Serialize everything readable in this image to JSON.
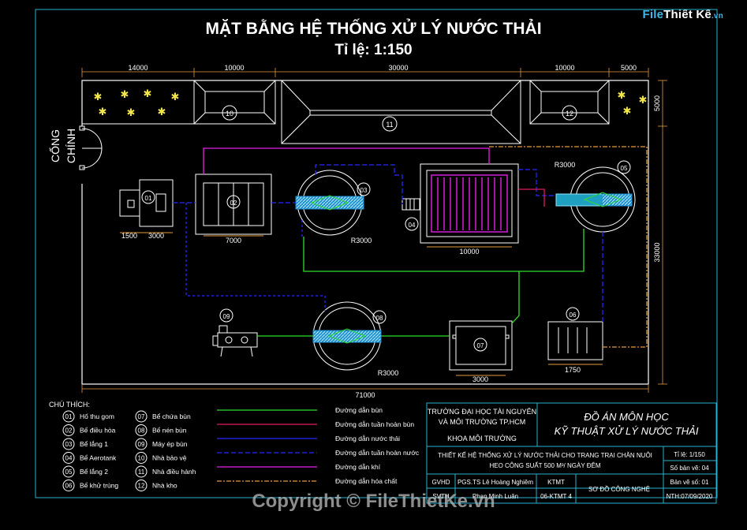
{
  "header": {
    "title": "MẶT BẰNG HỆ THỐNG XỬ LÝ NƯỚC THẢI",
    "scale": "Tỉ lệ: 1:150"
  },
  "logo": {
    "part1": "File",
    "part2": "Thiết Kế",
    "part3": ".vn"
  },
  "gate_label_1": "CỔNG",
  "gate_label_2": "CHÍNH",
  "dimensions": {
    "top": [
      "14000",
      "10000",
      "30000",
      "10000",
      "5000"
    ],
    "right_small": "5000",
    "right_big": "33000",
    "bottom_total": "71000",
    "d01a": "1500",
    "d01b": "3000",
    "d02": "7000",
    "d03": "R3000",
    "d04": "10000",
    "d05": "R3000",
    "d06": "1750",
    "d07": "3000",
    "d08": "R3000"
  },
  "units": [
    "01",
    "02",
    "03",
    "04",
    "05",
    "06",
    "07",
    "08",
    "09",
    "10",
    "11",
    "12"
  ],
  "legend_title": "CHÚ THÍCH:",
  "legend_items": [
    {
      "num": "01",
      "label": "Hố thu gom"
    },
    {
      "num": "02",
      "label": "Bể điều hòa"
    },
    {
      "num": "03",
      "label": "Bể lắng 1"
    },
    {
      "num": "04",
      "label": "Bể Aerotank"
    },
    {
      "num": "05",
      "label": "Bể lắng 2"
    },
    {
      "num": "06",
      "label": "Bể khử trùng"
    },
    {
      "num": "07",
      "label": "Bể chứa bùn"
    },
    {
      "num": "08",
      "label": "Bể nén bùn"
    },
    {
      "num": "09",
      "label": "Máy ép bùn"
    },
    {
      "num": "10",
      "label": "Nhà bảo vệ"
    },
    {
      "num": "11",
      "label": "Nhà điều hành"
    },
    {
      "num": "12",
      "label": "Nhà kho"
    }
  ],
  "line_legend": [
    {
      "label": "Đường dẫn bùn",
      "color": "#2edc2e"
    },
    {
      "label": "Đường dẫn tuần hoàn bùn",
      "color": "#e0195a"
    },
    {
      "label": "Đường dẫn nước thải",
      "color": "#2626ff"
    },
    {
      "label": "Đường dẫn tuần hoàn nước",
      "color": "#2626ff"
    },
    {
      "label": "Đường dẫn khí",
      "color": "#e620e6"
    },
    {
      "label": "Đường dẫn hóa chất",
      "color": "#e39a3c"
    }
  ],
  "title_block": {
    "school1": "TRƯỜNG ĐẠI HỌC TÀI NGUYÊN",
    "school2": "VÀ MÔI TRƯỜNG  TP.HCM",
    "faculty": "KHOA MÔI TRƯỜNG",
    "project1": "ĐỒ ÁN MÔN HỌC",
    "project2": "KỸ THUẬT XỬ LÝ NƯỚC THẢI",
    "design1": "THIẾT KẾ HỆ THỐNG XỬ LÝ NƯỚC THẢI CHO TRANG TRẠI CHĂN NUÔI",
    "design2": "HEO CÔNG SUẤT 500 M³/ NGÀY ĐÊM",
    "scale": "Tỉ lệ: 1/150",
    "sheet_no": "Số bản vẽ: 04",
    "gvhd_label": "GVHD",
    "gvhd_name": "PGS.TS Lê Hoàng Nghiêm",
    "svth_label": "SVTH",
    "svth_name": "Phan Minh Luân",
    "class_label": "KTMT",
    "class_code": "06-KTMT 4",
    "drawing": "SƠ ĐỒ CÔNG NGHỆ",
    "copy_no": "Bản vẽ số: 01",
    "date": "NTH:07/09/2020"
  },
  "copyright": "Copyright © FileThietKe.vn"
}
